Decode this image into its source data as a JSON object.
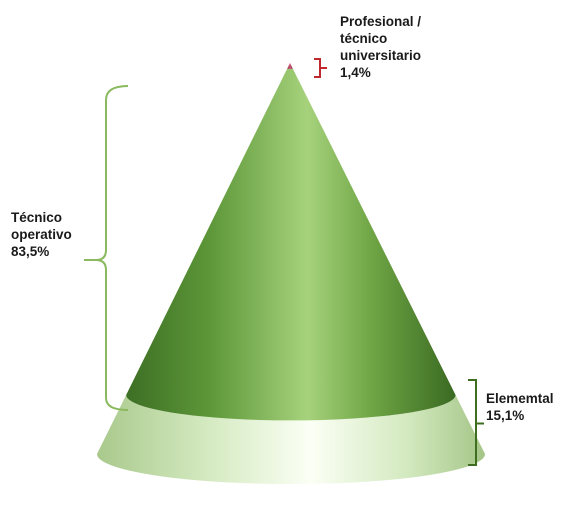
{
  "chart_data": {
    "type": "pyramid",
    "shape": "cone",
    "segments": [
      {
        "name_lines": [
          "Elememtal"
        ],
        "value": 15.1,
        "value_label": "15,1%",
        "position": "base",
        "color": "#d4e8bd",
        "bracket_color": "#3f6d20"
      },
      {
        "name_lines": [
          "Técnico",
          "operativo"
        ],
        "value": 83.5,
        "value_label": "83,5%",
        "position": "middle",
        "color": "#5f9a3c",
        "bracket_color": "#8ab95e"
      },
      {
        "name_lines": [
          "Profesional /",
          "técnico",
          "universitario"
        ],
        "value": 1.4,
        "value_label": "1,4%",
        "position": "top",
        "color": "#b04060",
        "bracket_color": "#c0282e"
      }
    ]
  }
}
